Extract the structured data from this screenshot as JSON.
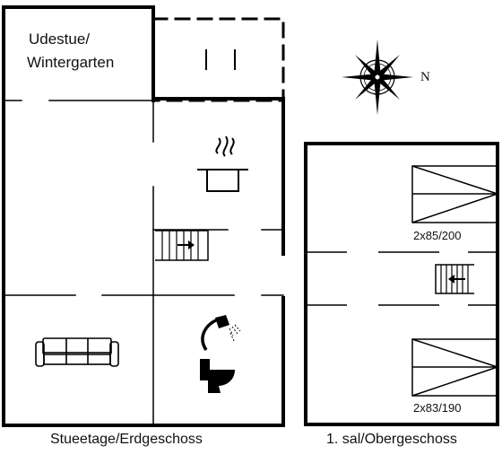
{
  "rooms": {
    "sunroom_line1": "Udestue/",
    "sunroom_line2": "Wintergarten"
  },
  "beds": {
    "bed1": "2x85/200",
    "bed2": "2x83/190"
  },
  "floors": {
    "ground": "Stueetage/Erdgeschoss",
    "upper": "1. sal/Obergeschoss"
  },
  "compass": {
    "north_label": "N"
  },
  "icons": [
    "cooking-pot-icon",
    "stairs-icon",
    "sofa-icon",
    "shower-icon",
    "toilet-icon",
    "bed-icon",
    "compass-rose-icon"
  ],
  "colors": {
    "line": "#000000",
    "background": "#ffffff"
  }
}
